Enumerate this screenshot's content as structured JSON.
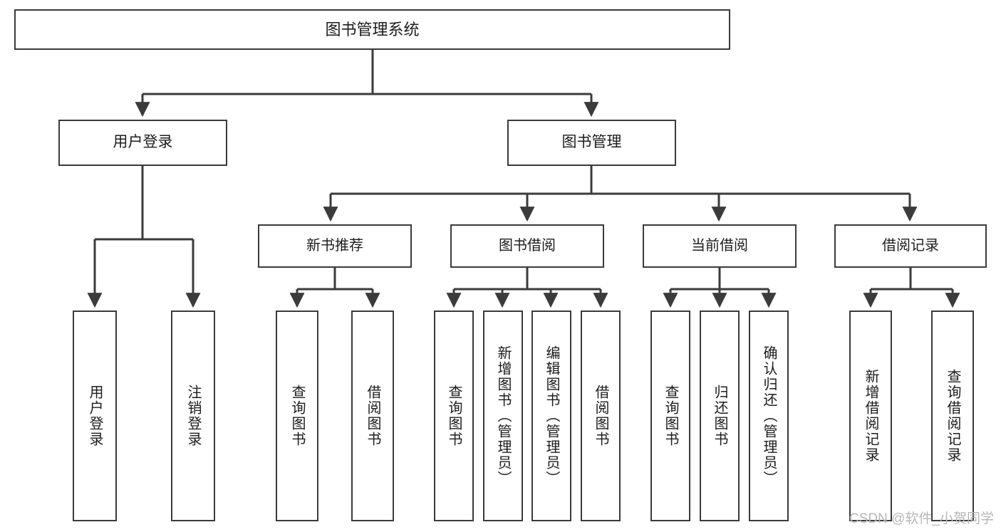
{
  "diagram": {
    "type": "tree-hierarchy",
    "title": "图书管理系统",
    "stroke_color": "#3b3b3b",
    "background_color": "#ffffff",
    "text_color": "#1c1c1c",
    "root": {
      "label": "图书管理系统"
    },
    "level2": [
      {
        "label": "用户登录"
      },
      {
        "label": "图书管理"
      }
    ],
    "level3": [
      {
        "label": "新书推荐"
      },
      {
        "label": "图书借阅"
      },
      {
        "label": "当前借阅"
      },
      {
        "label": "借阅记录"
      }
    ],
    "leaves": {
      "user_login": [
        {
          "label": "用户登录"
        },
        {
          "label": "注销登录"
        }
      ],
      "new_book_recommend": [
        {
          "label": "查询图书"
        },
        {
          "label": "借阅图书"
        }
      ],
      "book_borrow": [
        {
          "label": "查询图书"
        },
        {
          "label": "新增图书（管理员）"
        },
        {
          "label": "编辑图书（管理员）"
        },
        {
          "label": "借阅图书"
        }
      ],
      "current_borrow": [
        {
          "label": "查询图书"
        },
        {
          "label": "归还图书"
        },
        {
          "label": "确认归还（管理员）"
        }
      ],
      "borrow_record": [
        {
          "label": "新增借阅记录"
        },
        {
          "label": "查询借阅记录"
        }
      ]
    }
  },
  "watermark": {
    "text": "CSDN @软件_小贺同学",
    "color": "#b6b6b6"
  }
}
